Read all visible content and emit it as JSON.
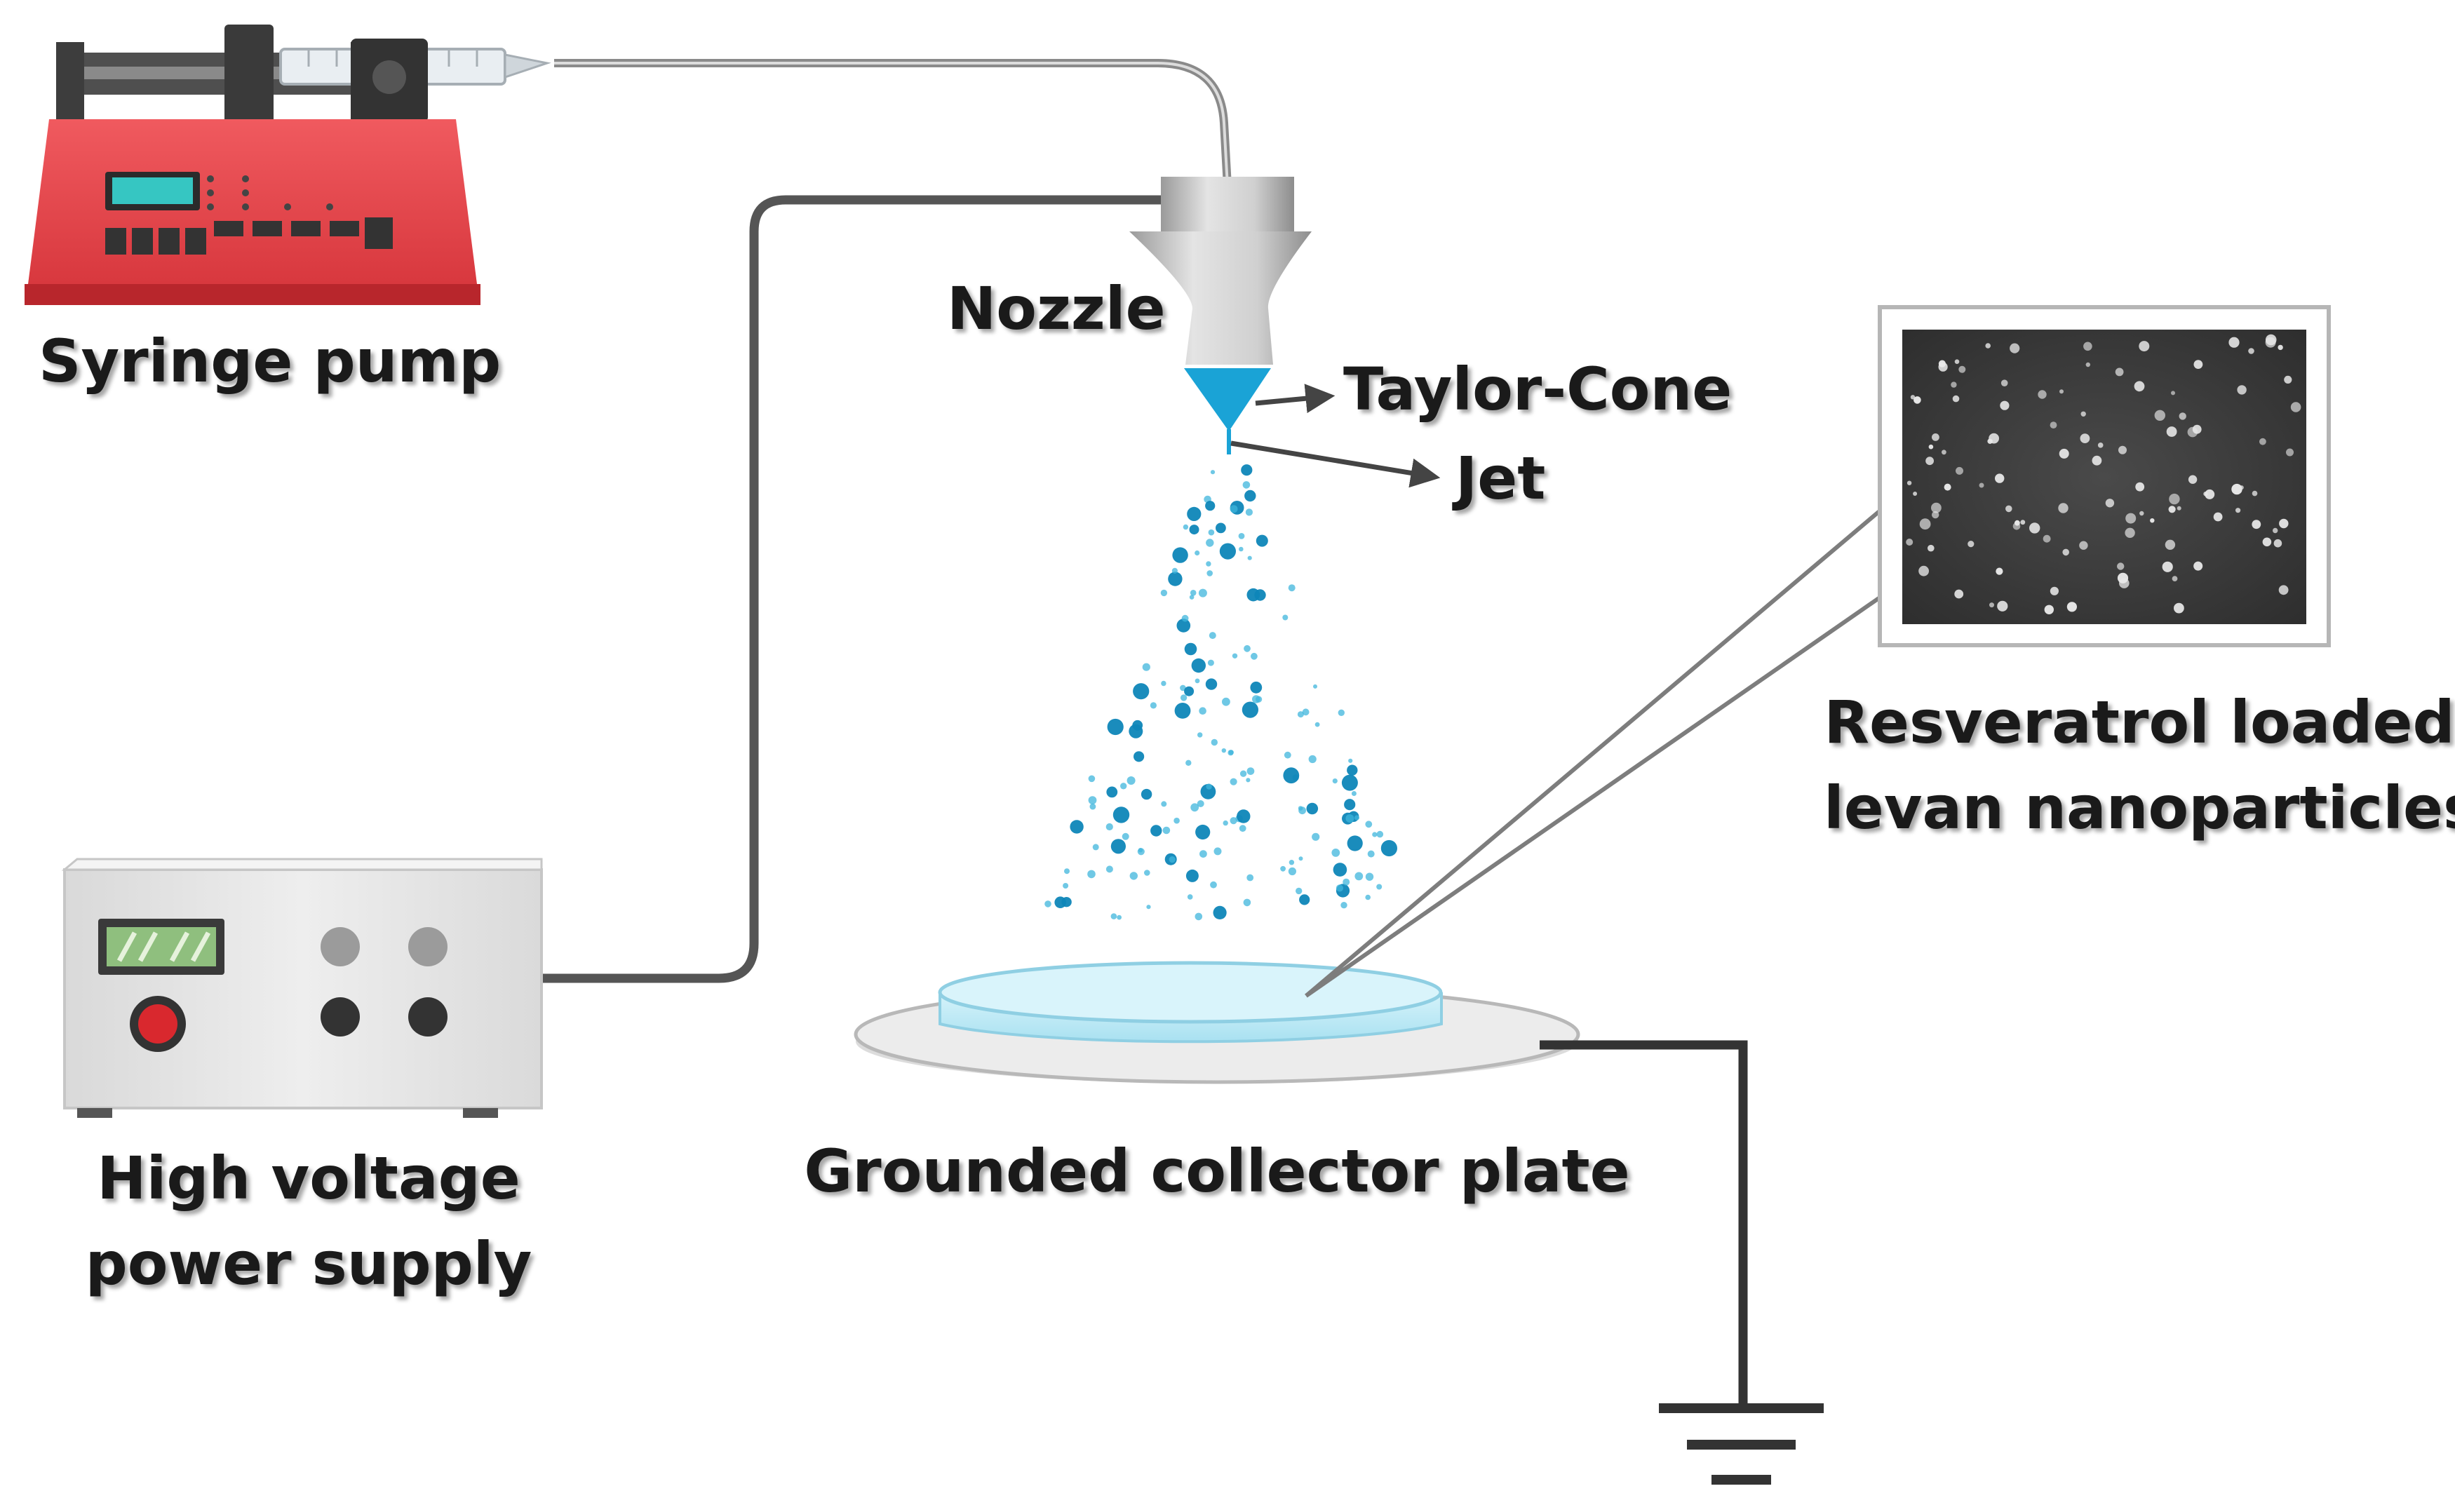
{
  "labels": {
    "syringe_pump": "Syringe pump",
    "nozzle": "Nozzle",
    "taylor_cone": "Taylor-Cone",
    "jet": "Jet",
    "resveratrol_line1": "Resveratrol loaded",
    "resveratrol_line2": "levan nanoparticles",
    "power_line1": "High voltage",
    "power_line2": "power supply",
    "collector": "Grounded collector plate"
  },
  "colors": {
    "pump_body": "#e8454a",
    "pump_dark": "#b8262c",
    "cable": "#555555",
    "nozzle": "#c9c9c9",
    "liquid": "#1aa3d6",
    "particles": "#0e86b8",
    "collector_dish": "#bde9f5",
    "plate": "#ececec",
    "power_supply": "#e6e6e6",
    "ground": "#333333"
  },
  "icons": {
    "syringe_pump": "syringe-pump-icon",
    "power_supply": "power-supply-icon",
    "nozzle": "nozzle-icon",
    "ground": "ground-symbol-icon",
    "sem_image": "sem-micrograph-icon"
  }
}
